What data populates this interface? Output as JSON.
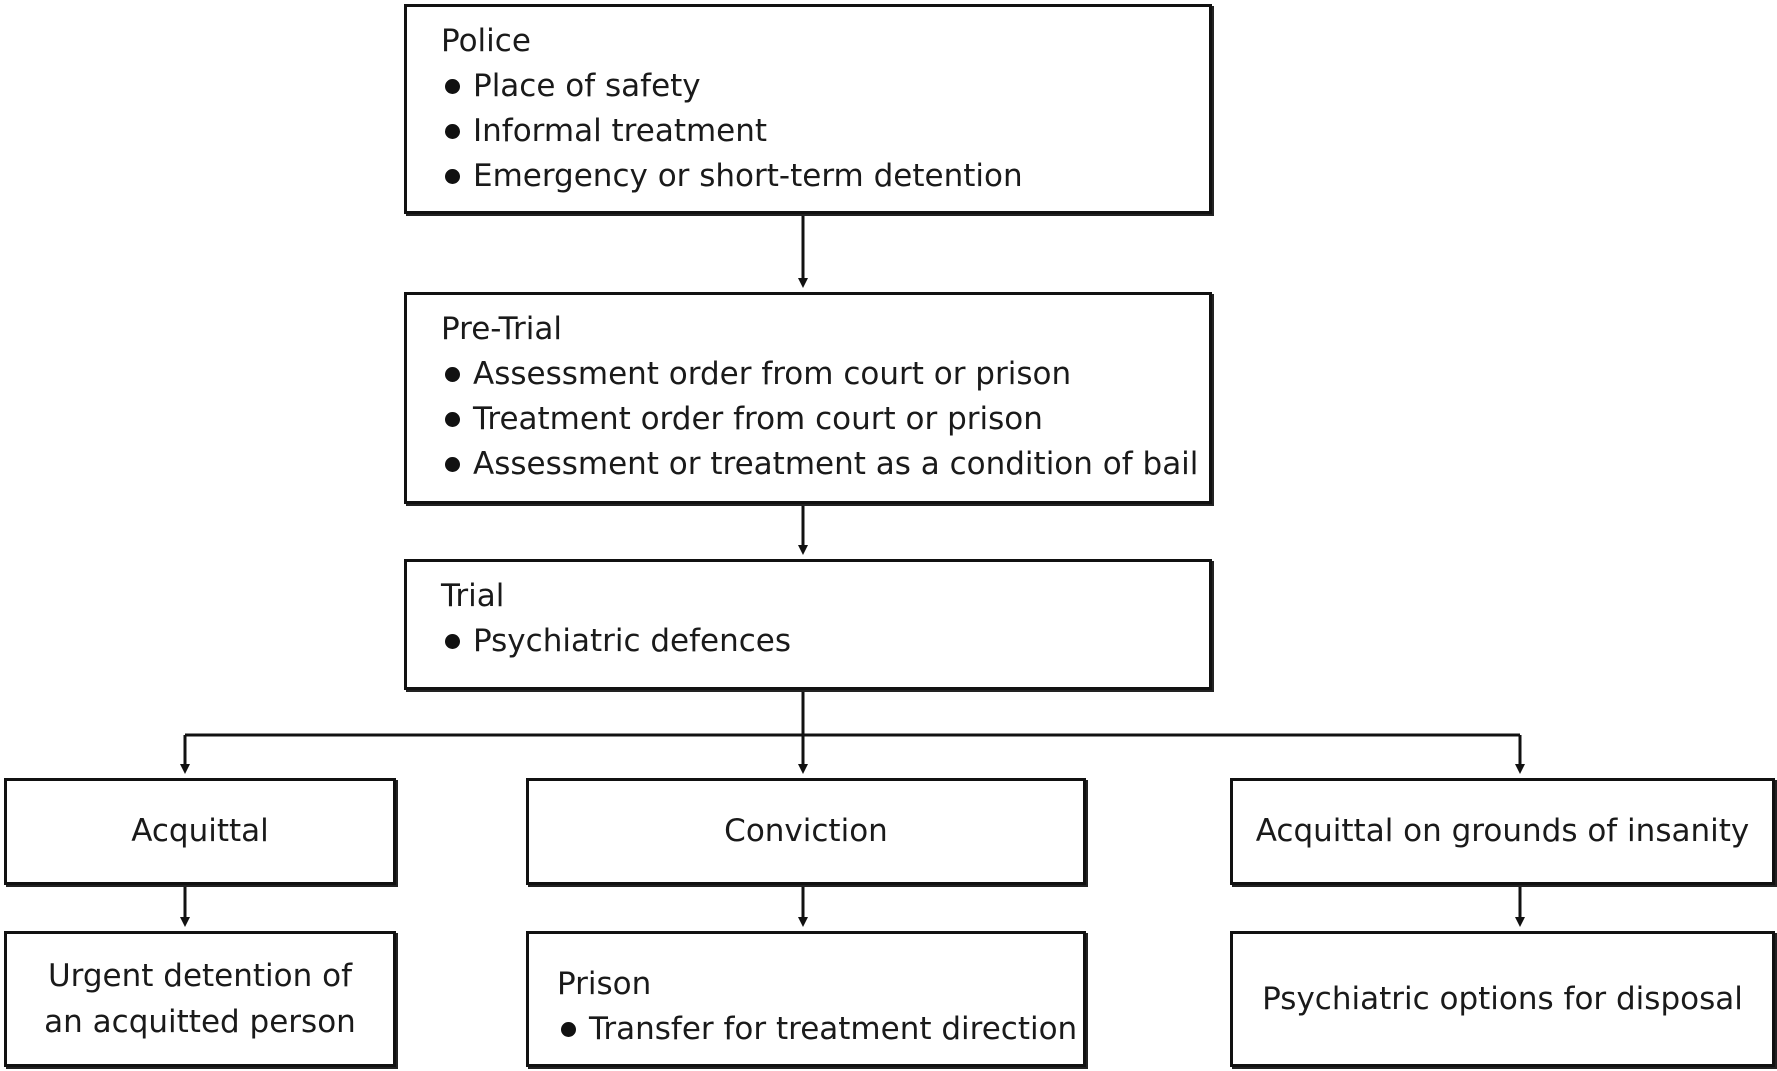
{
  "police": {
    "title": "Police",
    "items": [
      "Place of safety",
      "Informal treatment",
      "Emergency or short-term detention"
    ]
  },
  "pretrial": {
    "title": "Pre-Trial",
    "items": [
      "Assessment order from court or prison",
      "Treatment order from court or prison",
      "Assessment or treatment as a condition of bail"
    ]
  },
  "trial": {
    "title": "Trial",
    "items": [
      "Psychiatric defences"
    ]
  },
  "outcomes": {
    "acquittal": "Acquittal",
    "conviction": "Conviction",
    "insanity": "Acquittal on grounds of insanity"
  },
  "results": {
    "urgent_line1": "Urgent detention of",
    "urgent_line2": "an acquitted person",
    "prison_title": "Prison",
    "prison_items": [
      "Transfer for treatment direction"
    ],
    "psychiatric": "Psychiatric options for disposal"
  }
}
